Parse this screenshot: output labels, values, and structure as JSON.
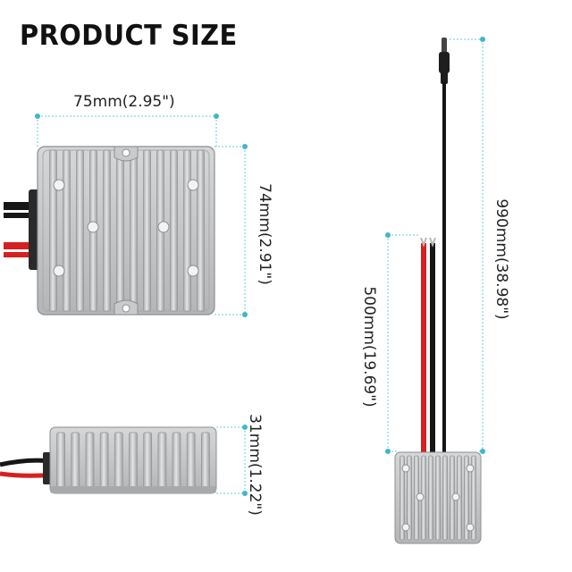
{
  "header": {
    "title": "PRODUCT SIZE"
  },
  "dimensions": {
    "width": "75mm(2.95\")",
    "height": "74mm(2.91\")",
    "thickness": "31mm(1.22\")",
    "cable_short": "500mm(19.69\")",
    "cable_long": "990mm(38.98\")"
  },
  "colors": {
    "guide_line": "#6ec9d6",
    "guide_dot": "#3fb7c9",
    "metal_light": "#d9dadb",
    "metal_mid": "#bdbfc1",
    "metal_dark": "#8c8e90",
    "wire_red": "#d61f1f",
    "wire_black": "#161616"
  }
}
